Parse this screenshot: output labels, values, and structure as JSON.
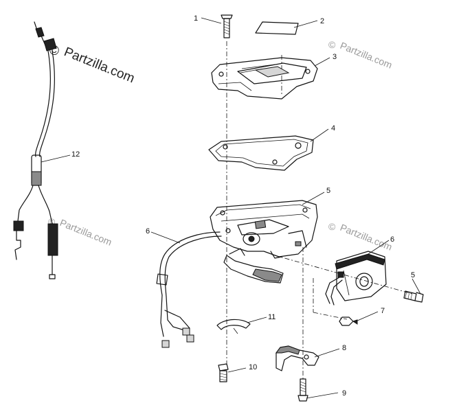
{
  "watermark": {
    "main": "Partzilla.com",
    "faint": "Partzilla.com",
    "symbol": "©"
  },
  "callouts": [
    {
      "id": "c1",
      "label": "1"
    },
    {
      "id": "c2",
      "label": "2"
    },
    {
      "id": "c3",
      "label": "3"
    },
    {
      "id": "c4",
      "label": "4"
    },
    {
      "id": "c5a",
      "label": "5"
    },
    {
      "id": "c6a",
      "label": "6"
    },
    {
      "id": "c6b",
      "label": "6"
    },
    {
      "id": "c5b",
      "label": "5"
    },
    {
      "id": "c7",
      "label": "7"
    },
    {
      "id": "c8",
      "label": "8"
    },
    {
      "id": "c9",
      "label": "9"
    },
    {
      "id": "c10",
      "label": "10"
    },
    {
      "id": "c11",
      "label": "11"
    },
    {
      "id": "c12",
      "label": "12"
    }
  ]
}
